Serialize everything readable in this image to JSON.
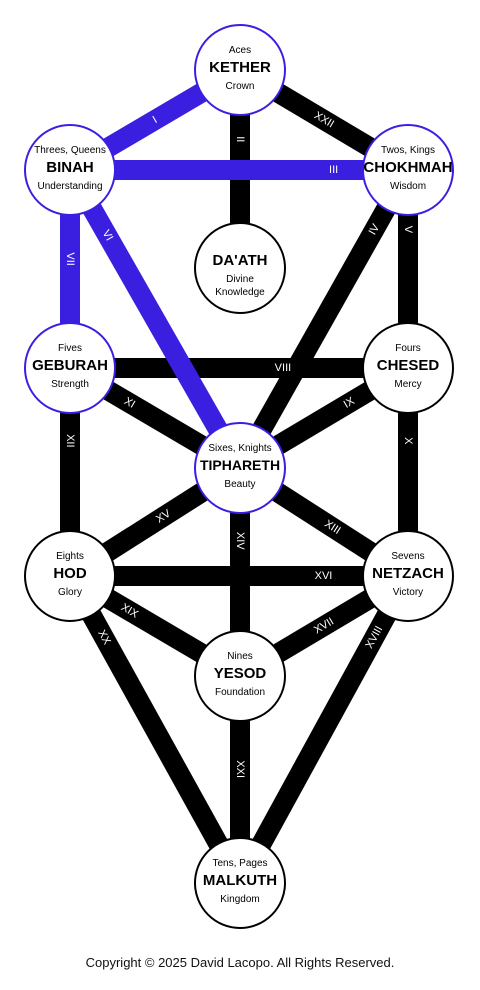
{
  "colors": {
    "highlight": "#3b1fe0",
    "path": "#000000",
    "node_fill": "#ffffff",
    "path_label": "#ffffff",
    "text": "#000000"
  },
  "nodes": [
    {
      "id": "kether",
      "top": "Aces",
      "name": "KETHER",
      "sub": "Crown",
      "highlight": true
    },
    {
      "id": "binah",
      "top": "Threes, Queens",
      "name": "BINAH",
      "sub": "Understanding",
      "highlight": true
    },
    {
      "id": "chokhmah",
      "top": "Twos, Kings",
      "name": "CHOKHMAH",
      "sub": "Wisdom",
      "highlight": true
    },
    {
      "id": "daath",
      "top": "",
      "name": "DA'ATH",
      "sub": "Divine",
      "sub2": "Knowledge",
      "highlight": false
    },
    {
      "id": "geburah",
      "top": "Fives",
      "name": "GEBURAH",
      "sub": "Strength",
      "highlight": true
    },
    {
      "id": "chesed",
      "top": "Fours",
      "name": "CHESED",
      "sub": "Mercy",
      "highlight": false
    },
    {
      "id": "tiphareth",
      "top": "Sixes, Knights",
      "name": "TIPHARETH",
      "sub": "Beauty",
      "highlight": true
    },
    {
      "id": "hod",
      "top": "Eights",
      "name": "HOD",
      "sub": "Glory",
      "highlight": false
    },
    {
      "id": "netzach",
      "top": "Sevens",
      "name": "NETZACH",
      "sub": "Victory",
      "highlight": false
    },
    {
      "id": "yesod",
      "top": "Nines",
      "name": "YESOD",
      "sub": "Foundation",
      "highlight": false
    },
    {
      "id": "malkuth",
      "top": "Tens, Pages",
      "name": "MALKUTH",
      "sub": "Kingdom",
      "highlight": false
    }
  ],
  "paths": [
    {
      "from": "kether",
      "to": "binah",
      "label": "I",
      "highlight": true
    },
    {
      "from": "kether",
      "to": "daath",
      "label": "II",
      "highlight": false
    },
    {
      "from": "binah",
      "to": "chokhmah",
      "label": "III",
      "highlight": true
    },
    {
      "from": "chokhmah",
      "to": "tiphareth",
      "label": "IV",
      "highlight": false
    },
    {
      "from": "chokhmah",
      "to": "chesed",
      "label": "V",
      "highlight": false
    },
    {
      "from": "binah",
      "to": "tiphareth",
      "label": "VI",
      "highlight": true
    },
    {
      "from": "binah",
      "to": "geburah",
      "label": "VII",
      "highlight": true
    },
    {
      "from": "geburah",
      "to": "chesed",
      "label": "VIII",
      "highlight": false
    },
    {
      "from": "chesed",
      "to": "tiphareth",
      "label": "IX",
      "highlight": false
    },
    {
      "from": "chesed",
      "to": "netzach",
      "label": "X",
      "highlight": false
    },
    {
      "from": "geburah",
      "to": "tiphareth",
      "label": "XI",
      "highlight": false
    },
    {
      "from": "geburah",
      "to": "hod",
      "label": "XII",
      "highlight": false
    },
    {
      "from": "tiphareth",
      "to": "netzach",
      "label": "XIII",
      "highlight": false
    },
    {
      "from": "tiphareth",
      "to": "yesod",
      "label": "XIV",
      "highlight": false
    },
    {
      "from": "tiphareth",
      "to": "hod",
      "label": "XV",
      "highlight": false
    },
    {
      "from": "hod",
      "to": "netzach",
      "label": "XVI",
      "highlight": false
    },
    {
      "from": "netzach",
      "to": "yesod",
      "label": "XVII",
      "highlight": false
    },
    {
      "from": "netzach",
      "to": "malkuth",
      "label": "XVIII",
      "highlight": false
    },
    {
      "from": "hod",
      "to": "yesod",
      "label": "XIX",
      "highlight": false
    },
    {
      "from": "hod",
      "to": "malkuth",
      "label": "XX",
      "highlight": false
    },
    {
      "from": "yesod",
      "to": "malkuth",
      "label": "XXI",
      "highlight": false
    },
    {
      "from": "kether",
      "to": "chokhmah",
      "label": "XXII",
      "highlight": false
    }
  ],
  "copyright": "Copyright © 2025 David Lacopo. All Rights Reserved."
}
